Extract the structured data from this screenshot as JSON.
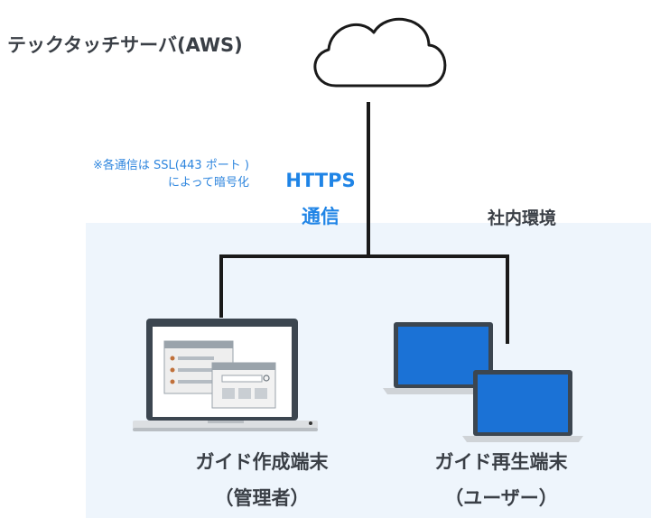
{
  "server": {
    "label": "テックタッチサーバ(AWS)",
    "icon": "cloud-icon"
  },
  "note": {
    "line1": "※各通信は SSL(443 ポート )",
    "line2": "によって暗号化"
  },
  "connection": {
    "line1": "HTTPS",
    "line2": "通信"
  },
  "lan": {
    "label": "社内環境"
  },
  "devices": {
    "admin": {
      "line1": "ガイド作成端末",
      "line2": "（管理者）",
      "icon": "laptop-icon"
    },
    "player": {
      "line1": "ガイド再生端末",
      "line2": "（ユーザー）",
      "icon": "laptops-icon"
    }
  },
  "colors": {
    "accent": "#1f84e6",
    "line": "#1a1a1a",
    "lan_bg": "#eef5fc",
    "screen_blue": "#1b72d6"
  }
}
